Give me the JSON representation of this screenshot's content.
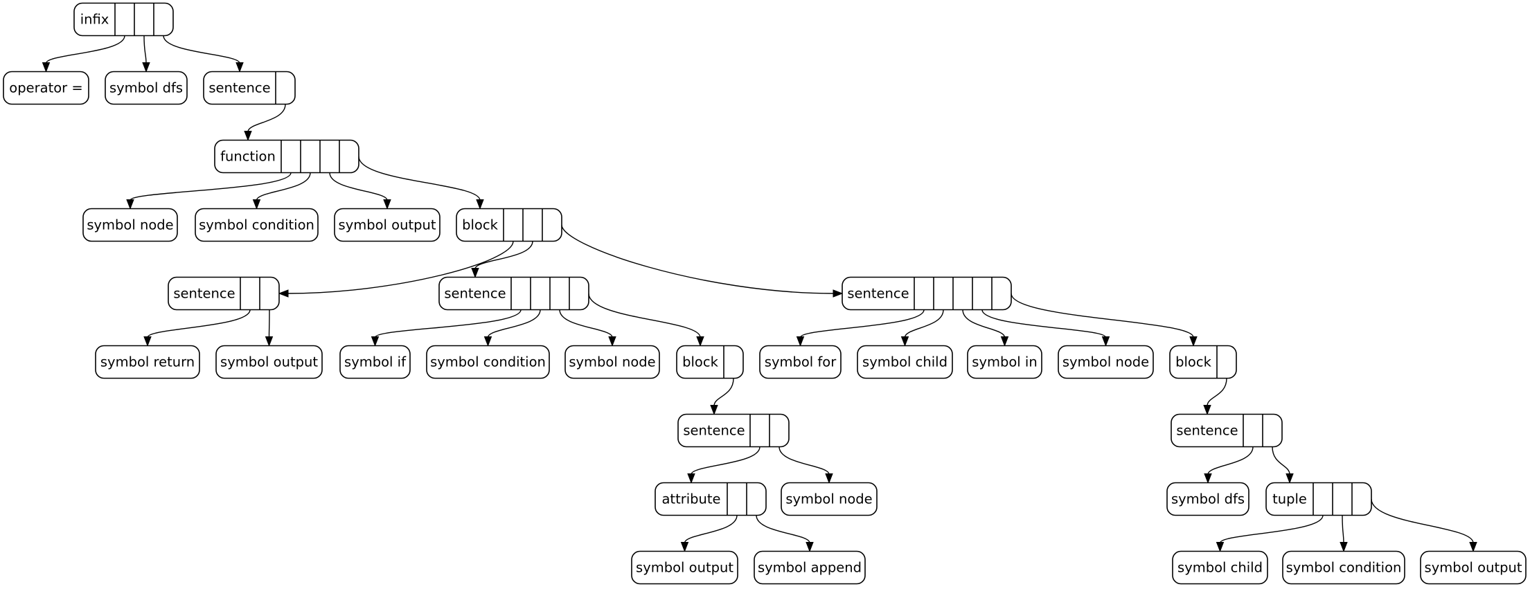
{
  "nodes": [
    {
      "id": "n1",
      "label": "infix"
    },
    {
      "id": "n2",
      "label": "operator ="
    },
    {
      "id": "n3",
      "label": "symbol dfs"
    },
    {
      "id": "n4",
      "label": "sentence"
    },
    {
      "id": "n5",
      "label": "function"
    },
    {
      "id": "n6",
      "label": "symbol node"
    },
    {
      "id": "n7",
      "label": "symbol condition"
    },
    {
      "id": "n8",
      "label": "symbol output"
    },
    {
      "id": "n9",
      "label": "block"
    },
    {
      "id": "n10",
      "label": "sentence"
    },
    {
      "id": "n11",
      "label": "symbol return"
    },
    {
      "id": "n12",
      "label": "symbol output"
    },
    {
      "id": "n13",
      "label": "sentence"
    },
    {
      "id": "n14",
      "label": "symbol if"
    },
    {
      "id": "n15",
      "label": "symbol condition"
    },
    {
      "id": "n16",
      "label": "symbol node"
    },
    {
      "id": "n17",
      "label": "block"
    },
    {
      "id": "n18",
      "label": "sentence"
    },
    {
      "id": "n19",
      "label": "attribute"
    },
    {
      "id": "n20",
      "label": "symbol output"
    },
    {
      "id": "n21",
      "label": "symbol append"
    },
    {
      "id": "n22",
      "label": "symbol node"
    },
    {
      "id": "n23",
      "label": "sentence"
    },
    {
      "id": "n24",
      "label": "symbol for"
    },
    {
      "id": "n25",
      "label": "symbol child"
    },
    {
      "id": "n26",
      "label": "symbol in"
    },
    {
      "id": "n27",
      "label": "symbol node"
    },
    {
      "id": "n28",
      "label": "block"
    },
    {
      "id": "n29",
      "label": "sentence"
    },
    {
      "id": "n30",
      "label": "symbol dfs"
    },
    {
      "id": "n31",
      "label": "tuple"
    },
    {
      "id": "n32",
      "label": "symbol child"
    },
    {
      "id": "n33",
      "label": "symbol condition"
    },
    {
      "id": "n34",
      "label": "symbol output"
    }
  ],
  "edges": [
    [
      "n1",
      "n2"
    ],
    [
      "n1",
      "n3"
    ],
    [
      "n1",
      "n4"
    ],
    [
      "n4",
      "n5"
    ],
    [
      "n5",
      "n6"
    ],
    [
      "n5",
      "n7"
    ],
    [
      "n5",
      "n8"
    ],
    [
      "n5",
      "n9"
    ],
    [
      "n9",
      "n10"
    ],
    [
      "n9",
      "n13"
    ],
    [
      "n9",
      "n23"
    ],
    [
      "n10",
      "n11"
    ],
    [
      "n10",
      "n12"
    ],
    [
      "n13",
      "n14"
    ],
    [
      "n13",
      "n15"
    ],
    [
      "n13",
      "n16"
    ],
    [
      "n13",
      "n17"
    ],
    [
      "n17",
      "n18"
    ],
    [
      "n18",
      "n19"
    ],
    [
      "n18",
      "n22"
    ],
    [
      "n19",
      "n20"
    ],
    [
      "n19",
      "n21"
    ],
    [
      "n23",
      "n24"
    ],
    [
      "n23",
      "n25"
    ],
    [
      "n23",
      "n26"
    ],
    [
      "n23",
      "n27"
    ],
    [
      "n23",
      "n28"
    ],
    [
      "n28",
      "n29"
    ],
    [
      "n29",
      "n30"
    ],
    [
      "n29",
      "n31"
    ],
    [
      "n31",
      "n32"
    ],
    [
      "n31",
      "n33"
    ],
    [
      "n31",
      "n34"
    ]
  ]
}
